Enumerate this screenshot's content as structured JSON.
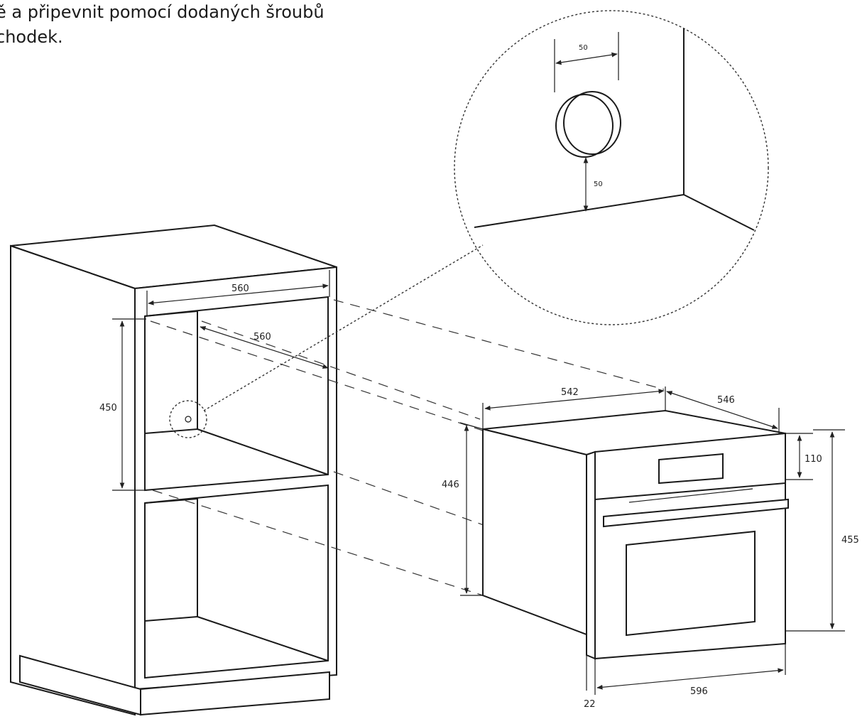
{
  "instruction": {
    "lines": [
      "ě a připevnit pomocí dodaných šroubů",
      "chodek."
    ]
  },
  "dimensions": {
    "cabinet_width": "560",
    "cabinet_depth": "560",
    "cabinet_height": "450",
    "oven_body_height": "446",
    "oven_depth": "542",
    "oven_side_depth": "546",
    "control_panel_height": "110",
    "oven_total_height": "455",
    "oven_front_width": "596",
    "front_offset": "22",
    "detail_horizontal": "50",
    "detail_vertical": "50"
  },
  "colors": {
    "line": "#1a1a1a",
    "background": "#ffffff"
  }
}
